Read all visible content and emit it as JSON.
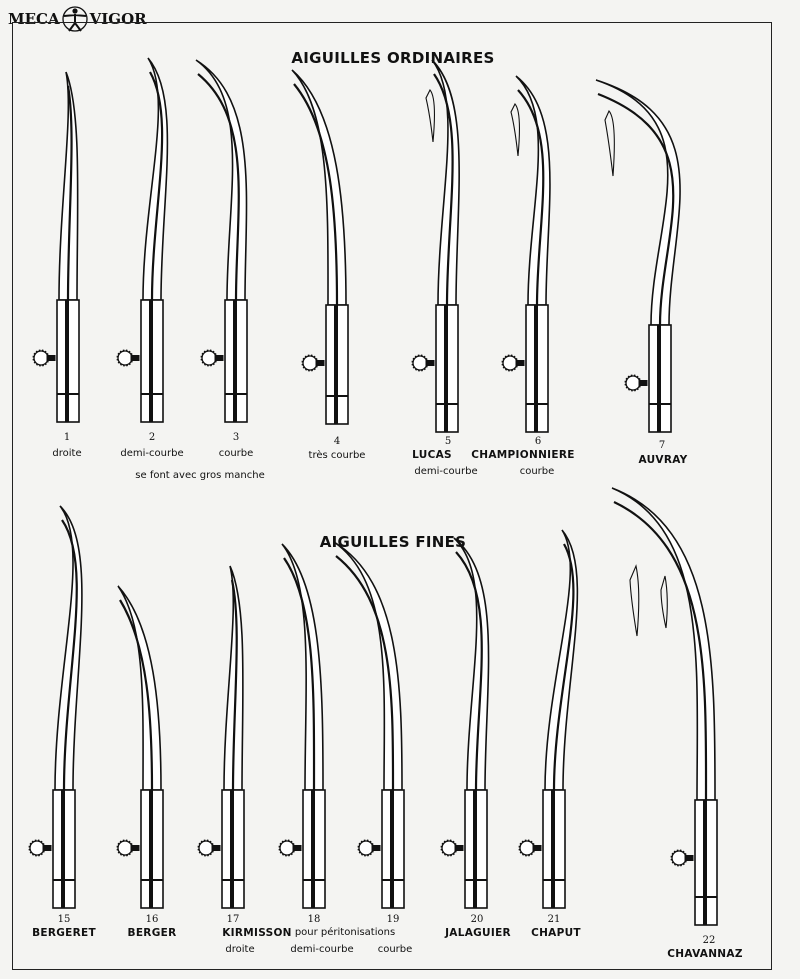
{
  "brand": {
    "left": "MECA",
    "right": "VIGOR"
  },
  "sections": {
    "ordinaires": {
      "title": "AIGUILLES ORDINAIRES",
      "items": [
        {
          "num": "1",
          "name": "",
          "desc": "droite"
        },
        {
          "num": "2",
          "name": "",
          "desc": "demi-courbe"
        },
        {
          "num": "3",
          "name": "",
          "desc": "courbe"
        },
        {
          "num": "4",
          "name": "",
          "desc": "très courbe"
        },
        {
          "num": "5",
          "name": "LUCAS",
          "desc": "demi-courbe"
        },
        {
          "num": "6",
          "name": "CHAMPIONNIERE",
          "desc": "courbe"
        },
        {
          "num": "7",
          "name": "AUVRAY",
          "desc": ""
        }
      ],
      "note": "se font avec gros manche"
    },
    "fines": {
      "title": "AIGUILLES FINES",
      "items": [
        {
          "num": "15",
          "name": "BERGERET",
          "desc": ""
        },
        {
          "num": "16",
          "name": "BERGER",
          "desc": ""
        },
        {
          "num": "17",
          "name": "KIRMISSON",
          "desc": "droite"
        },
        {
          "num": "18",
          "name": "",
          "desc": "demi-courbe"
        },
        {
          "num": "19",
          "name": "",
          "desc": "courbe"
        },
        {
          "num": "20",
          "name": "JALAGUIER",
          "desc": ""
        },
        {
          "num": "21",
          "name": "CHAPUT",
          "desc": ""
        },
        {
          "num": "22",
          "name": "CHAVANNAZ",
          "desc": ""
        }
      ],
      "note": "pour péritonisations"
    }
  }
}
